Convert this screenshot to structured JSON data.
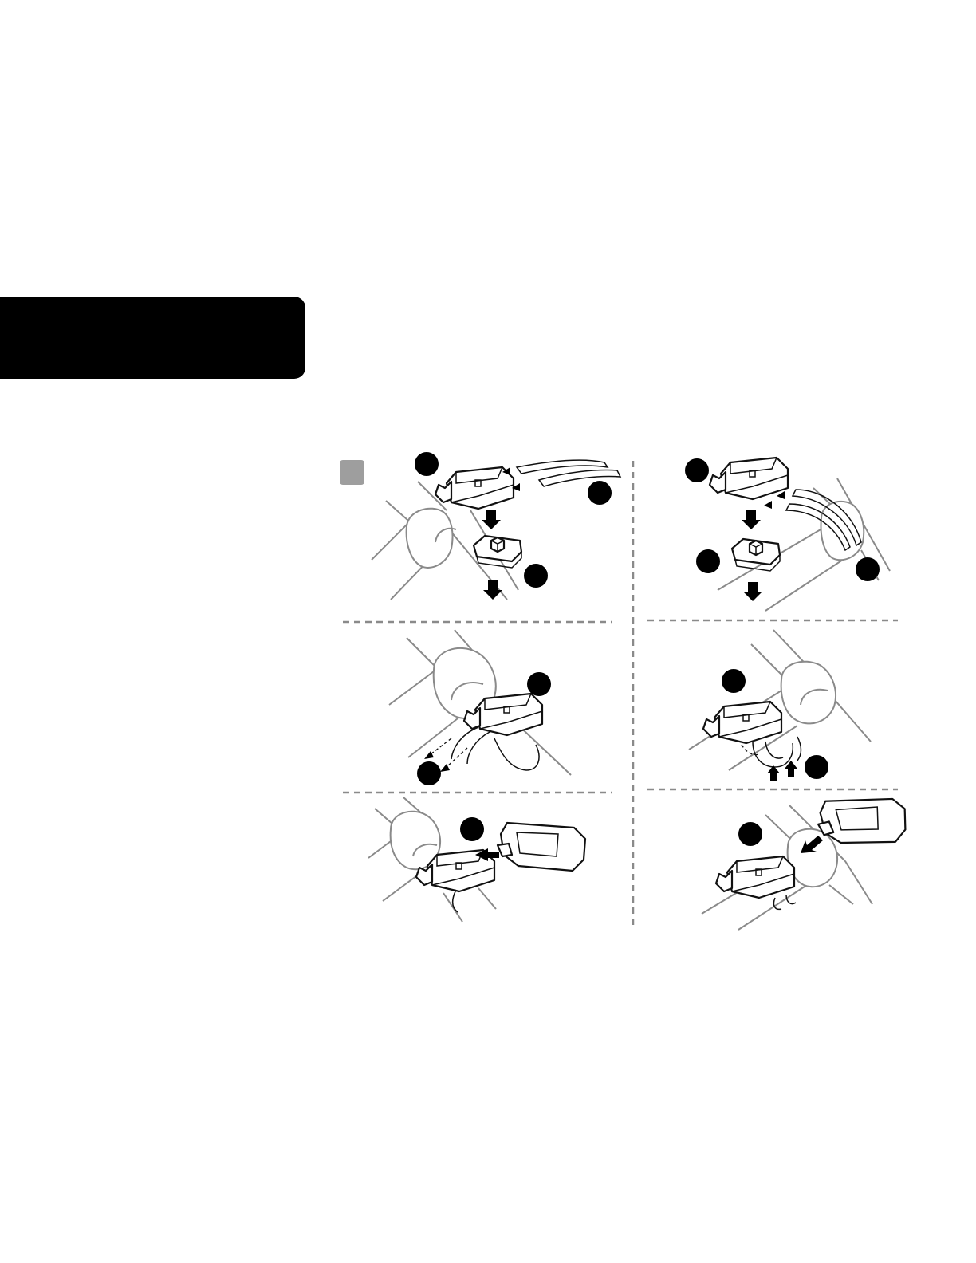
{
  "page": {
    "side_tab": {
      "color": "#000000",
      "text": ""
    },
    "step_marker": {
      "color": "#9e9e9e",
      "text": ""
    },
    "footer_link": {
      "color": "#3b55c8"
    }
  },
  "figure": {
    "panels": [
      {
        "id": "top-left",
        "badges": 3,
        "icons": [
          "mount-base-icon",
          "mount-bracket-icon",
          "zip-tie-icon",
          "down-arrow-icon"
        ]
      },
      {
        "id": "top-right",
        "badges": 3,
        "icons": [
          "mount-base-icon",
          "mount-bracket-icon",
          "zip-tie-icon",
          "down-arrow-icon"
        ]
      },
      {
        "id": "middle-left",
        "badges": 2,
        "icons": [
          "mount-base-icon",
          "zip-tie-icon"
        ]
      },
      {
        "id": "middle-right",
        "badges": 2,
        "icons": [
          "mount-base-icon",
          "up-arrow-icon"
        ]
      },
      {
        "id": "bottom-left",
        "badges": 1,
        "icons": [
          "mount-base-icon",
          "device-icon",
          "left-arrow-icon"
        ]
      },
      {
        "id": "bottom-right",
        "badges": 1,
        "icons": [
          "mount-base-icon",
          "device-icon",
          "down-left-arrow-icon"
        ]
      }
    ],
    "divider_color": "#8a8a8a"
  }
}
